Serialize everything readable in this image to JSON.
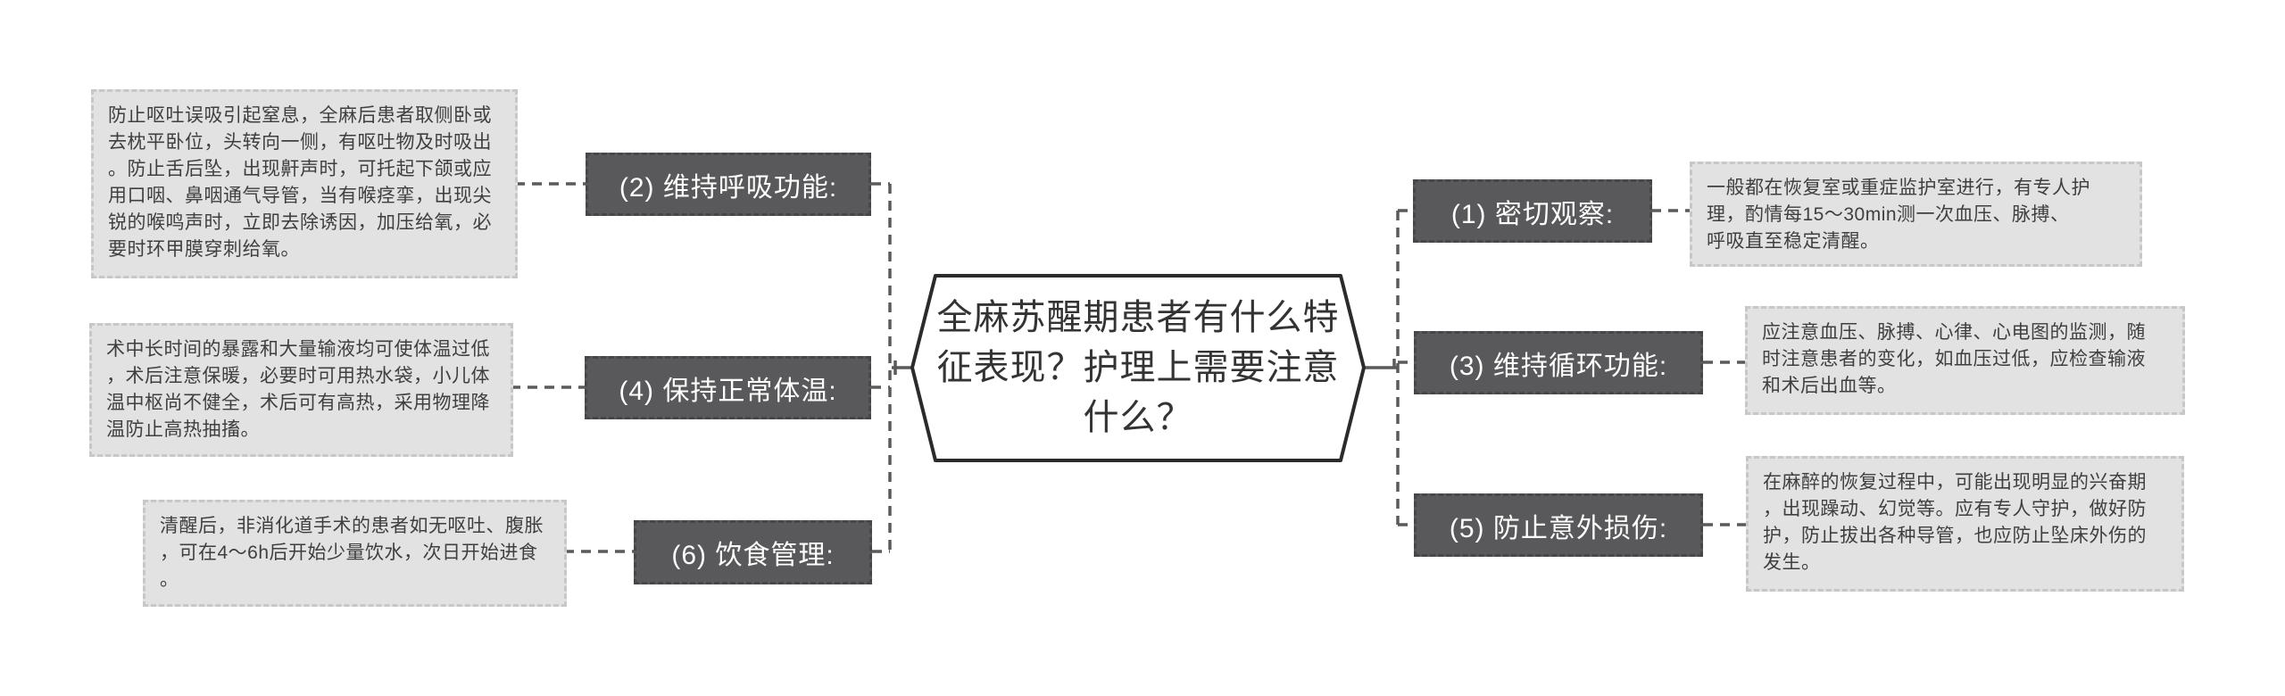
{
  "central_topic": {
    "text": "全麻苏醒期患者有什么特\n征表现？护理上需要注意\n什么？"
  },
  "branches": {
    "left": [
      {
        "label": "(2) 维持呼吸功能:",
        "detail": "防止呕吐误吸引起窒息，全麻后患者取侧卧或\n去枕平卧位，头转向一侧，有呕吐物及时吸出\n。防止舌后坠，出现鼾声时，可托起下颌或应\n用口咽、鼻咽通气导管，当有喉痉挛，出现尖\n锐的喉鸣声时，立即去除诱因，加压给氧，必\n要时环甲膜穿刺给氧。"
      },
      {
        "label": "(4) 保持正常体温:",
        "detail": "术中长时间的暴露和大量输液均可使体温过低\n，术后注意保暖，必要时可用热水袋，小儿体\n温中枢尚不健全，术后可有高热，采用物理降\n温防止高热抽搐。"
      },
      {
        "label": "(6) 饮食管理:",
        "detail": "清醒后，非消化道手术的患者如无呕吐、腹胀\n，可在4～6h后开始少量饮水，次日开始进食\n。"
      }
    ],
    "right": [
      {
        "label": "(1) 密切观察:",
        "detail": "一般都在恢复室或重症监护室进行，有专人护\n理，酌情每15～30min测一次血压、脉搏、\n呼吸直至稳定清醒。"
      },
      {
        "label": "(3) 维持循环功能:",
        "detail": "应注意血压、脉搏、心律、心电图的监测，随\n时注意患者的变化，如血压过低，应检查输液\n和术后出血等。"
      },
      {
        "label": "(5) 防止意外损伤:",
        "detail": "在麻醉的恢复过程中，可能出现明显的兴奋期\n，出现躁动、幻觉等。应有专人守护，做好防\n护，防止拔出各种导管，也应防止坠床外伤的\n发生。"
      }
    ]
  },
  "colors": {
    "node_background": "#59595b",
    "node_text": "#ffffff",
    "detail_background": "#e2e2e2",
    "detail_border": "#c7c7c7",
    "detail_text": "#3f3f3f",
    "connector": "#5a5a5a",
    "topic_border": "#2b2b2b",
    "topic_text": "#333333"
  }
}
